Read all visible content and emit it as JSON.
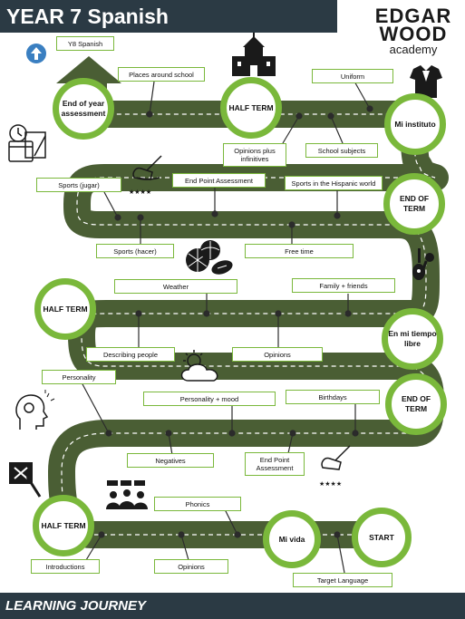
{
  "header": {
    "title": "YEAR 7 Spanish"
  },
  "logo": {
    "line1": "EDGAR",
    "line2": "WOOD",
    "line3": "academy"
  },
  "footer": {
    "text": "LEARNING JOURNEY"
  },
  "top_label": "Y8 Spanish",
  "milestones": {
    "start": "START",
    "mi_vida": "Mi vida",
    "half_term_1": "HALF TERM",
    "end_of_term_1": "END OF TERM",
    "en_mi_tiempo_libre": "En mi tiempo libre",
    "half_term_2": "HALF TERM",
    "end_of_term_2": "END OF TERM",
    "mi_instituto": "Mi instituto",
    "half_term_3": "HALF TERM",
    "end_of_year": "End of year assessment"
  },
  "topics": {
    "target_language": "Target Language",
    "introductions": "Introductions",
    "opinions_1": "Opinions",
    "phonics": "Phonics",
    "negatives": "Negatives",
    "end_point_assessment_1": "End Point Assessment",
    "personality": "Personality",
    "personality_mood": "Personality + mood",
    "birthdays": "Birthdays",
    "describing_people": "Describing people",
    "opinions_2": "Opinions",
    "weather": "Weather",
    "family_friends": "Family + friends",
    "sports_hacer": "Sports (hacer)",
    "free_time": "Free time",
    "sports_jugar": "Sports (jugar)",
    "end_point_assessment_2": "End Point Assessment",
    "sports_hispanic": "Sports in the Hispanic world",
    "opinions_infinitives": "Opinions plus infinitives",
    "school_subjects": "School subjects",
    "places_around_school": "Places around school",
    "uniform": "Uniform"
  },
  "icons": [
    "up-arrow-icon",
    "school-building-icon",
    "uniform-icon",
    "calendar-icon",
    "writing-hand-icon",
    "sports-balls-icon",
    "guitar-icon",
    "weather-icon",
    "brain-head-icon",
    "crossed-paper-icon",
    "people-chat-icon"
  ],
  "colors": {
    "road": "#4a5e34",
    "accent": "#7ab83b",
    "header": "#2b3a44"
  }
}
